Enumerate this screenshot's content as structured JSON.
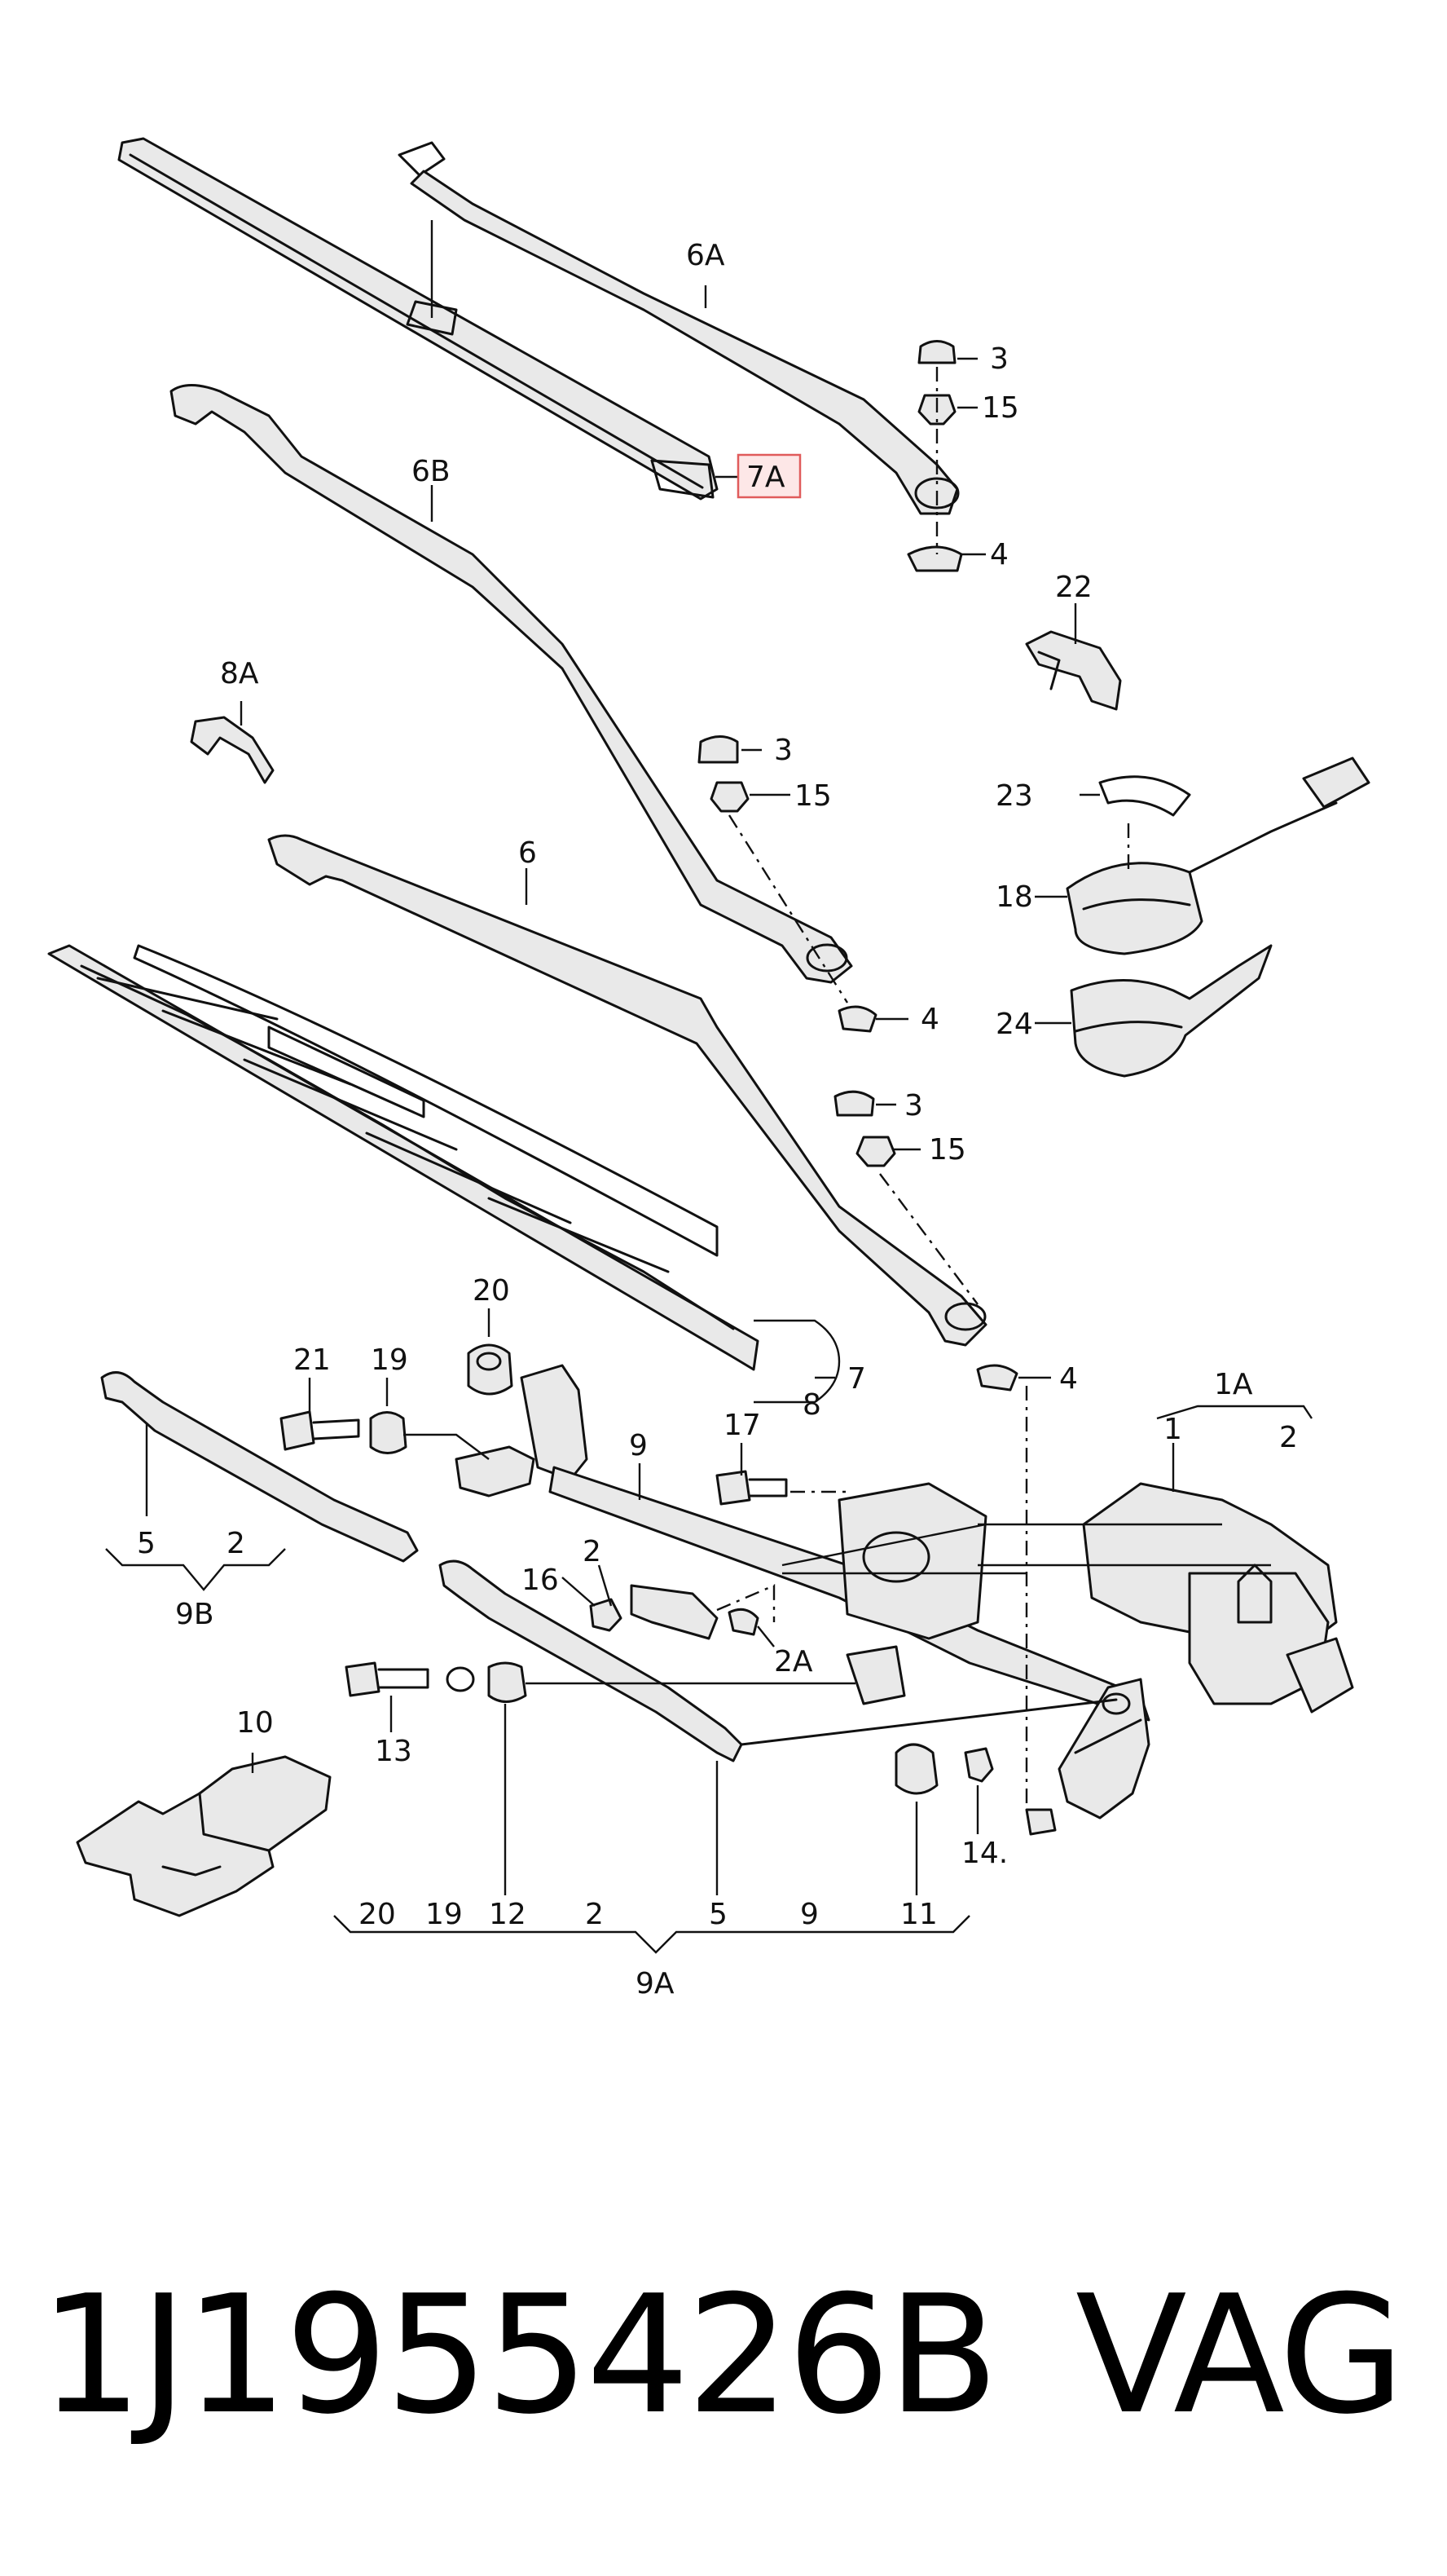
{
  "labels": {
    "l6A": "6A",
    "l7A": "7A",
    "l3a": "3",
    "l15a": "15",
    "l4a": "4",
    "l6B": "6B",
    "l22": "22",
    "l8A": "8A",
    "l3b": "3",
    "l15b": "15",
    "l23": "23",
    "l18": "18",
    "l6": "6",
    "l4b": "4",
    "l24": "24",
    "l3c": "3",
    "l15c": "15",
    "l20a": "20",
    "l21": "21",
    "l19a": "19",
    "l7": "7",
    "l8": "8",
    "l4c": "4",
    "l1A": "1A",
    "l1": "1",
    "l2a": "2",
    "l9a": "9",
    "l17": "17",
    "l5a": "5",
    "l2b": "2",
    "l9B": "9B",
    "l2c": "2",
    "l16": "16",
    "l2A": "2A",
    "l13": "13",
    "l10": "10",
    "l11": "11",
    "l14": "14.",
    "b20": "20",
    "b19": "19",
    "b12": "12",
    "b2": "2",
    "b5": "5",
    "b9": "9",
    "b11": "11",
    "l9A": "9A"
  },
  "footer": {
    "part_number": "1J1955426B",
    "brand": "VAG"
  }
}
